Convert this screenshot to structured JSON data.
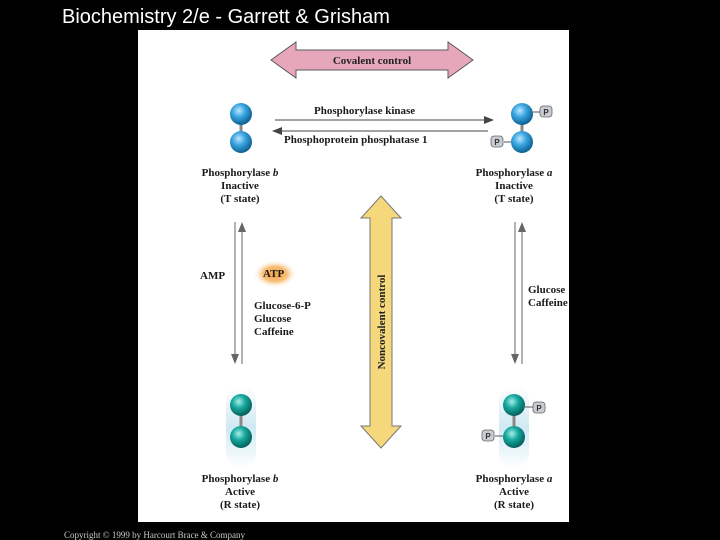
{
  "slide": {
    "title": "Biochemistry 2/e - Garrett & Grisham",
    "copyright": "Copyright © 1999 by Harcourt Brace & Company"
  },
  "diagram": {
    "covalent_control": "Covalent control",
    "noncovalent_control": "Noncovalent control",
    "phosphorylase_kinase": "Phosphorylase kinase",
    "phosphoprotein_phosphatase": "Phosphoprotein phosphatase 1",
    "phosphate_tag": "P",
    "top_left": {
      "name": "Phosphorylase",
      "form": "b",
      "state": "Inactive",
      "conformation": "(T state)"
    },
    "top_right": {
      "name": "Phosphorylase",
      "form": "a",
      "state": "Inactive",
      "conformation": "(T state)"
    },
    "bottom_left": {
      "name": "Phosphorylase",
      "form": "b",
      "state": "Active",
      "conformation": "(R state)"
    },
    "bottom_right": {
      "name": "Phosphorylase",
      "form": "a",
      "state": "Active",
      "conformation": "(R state)"
    },
    "left_activator": "AMP",
    "atp": "ATP",
    "left_inhibitors": [
      "Glucose-6-P",
      "Glucose",
      "Caffeine"
    ],
    "right_inhibitors": [
      "Glucose",
      "Caffeine"
    ]
  },
  "colors": {
    "background": "#000000",
    "covalent_arrow": "#e7a7bb",
    "noncovalent_arrow": "#f5d77c",
    "t_state_subunit": "#3aa6e0",
    "r_state_subunit": "#17a9a0",
    "r_state_halo": "#dff0f5",
    "atp_glow": "#f5a340"
  }
}
